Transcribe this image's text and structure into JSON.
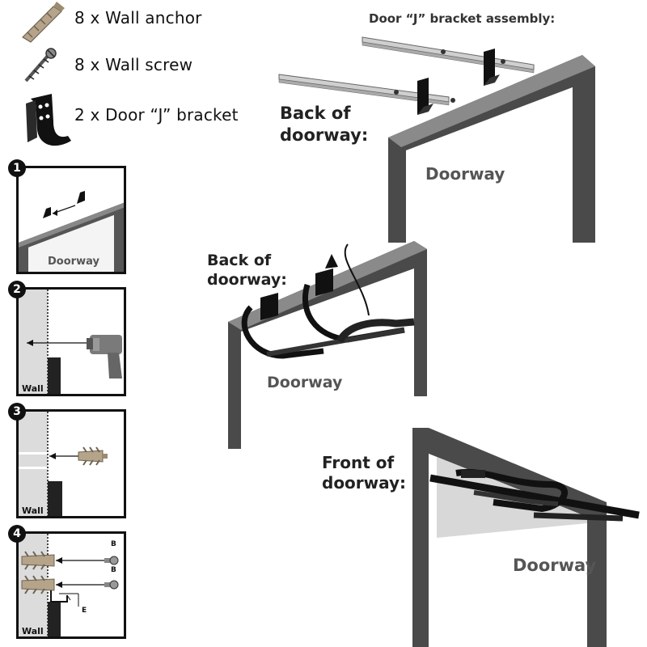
{
  "parts": [
    {
      "label": "8 x Wall anchor",
      "icon": "wall-anchor-icon"
    },
    {
      "label": "8 x Wall screw",
      "icon": "wall-screw-icon"
    },
    {
      "label": "2 x Door “J” bracket",
      "icon": "j-bracket-icon"
    }
  ],
  "steps": [
    {
      "number": "1",
      "label": "Doorway"
    },
    {
      "number": "2",
      "wall_label": "Wall"
    },
    {
      "number": "3",
      "wall_label": "Wall"
    },
    {
      "number": "4",
      "wall_label": "Wall",
      "marks": [
        "B",
        "B",
        "E"
      ]
    }
  ],
  "scenes": {
    "top": {
      "title": "Door “J” bracket assembly:",
      "side_label_1": "Back of",
      "side_label_2": "doorway:",
      "door_label": "Doorway"
    },
    "middle": {
      "side_label_1": "Back of",
      "side_label_2": "doorway:",
      "door_label": "Doorway"
    },
    "bottom": {
      "side_label_1": "Front of",
      "side_label_2": "doorway:",
      "door_label": "Doorway"
    }
  },
  "colors": {
    "frame": "#4a4a4a",
    "frame_light": "#8a8a8a",
    "anchor": "#b5a48a",
    "wall": "#dcdcdc",
    "ink": "#111111"
  }
}
